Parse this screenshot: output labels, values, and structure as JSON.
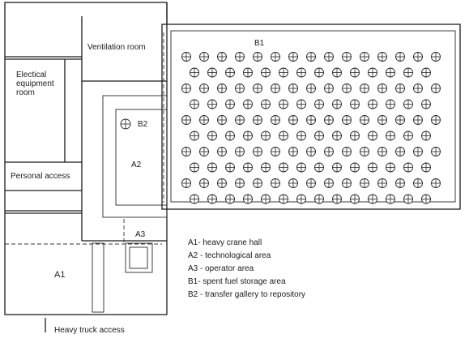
{
  "rooms": {
    "ventilation": "Ventilation room",
    "electrical_line1": "Electical",
    "electrical_line2": "equipment",
    "electrical_line3": "room",
    "personal_access": "Personal access",
    "b1": "B1",
    "b2": "B2",
    "a1": "A1",
    "a2": "A2",
    "a3": "A3"
  },
  "legend": [
    {
      "text": "A1- heavy crane hall"
    },
    {
      "text": "A2 - technological area"
    },
    {
      "text": "A3 - operator area"
    },
    {
      "text": "B1- spent fuel storage area"
    },
    {
      "text": "B2 - transfer gallery to repository"
    }
  ],
  "footer": {
    "truck_access": "Heavy truck access"
  },
  "storage": {
    "cask_icon": "cask-icon",
    "rows": 10
  }
}
